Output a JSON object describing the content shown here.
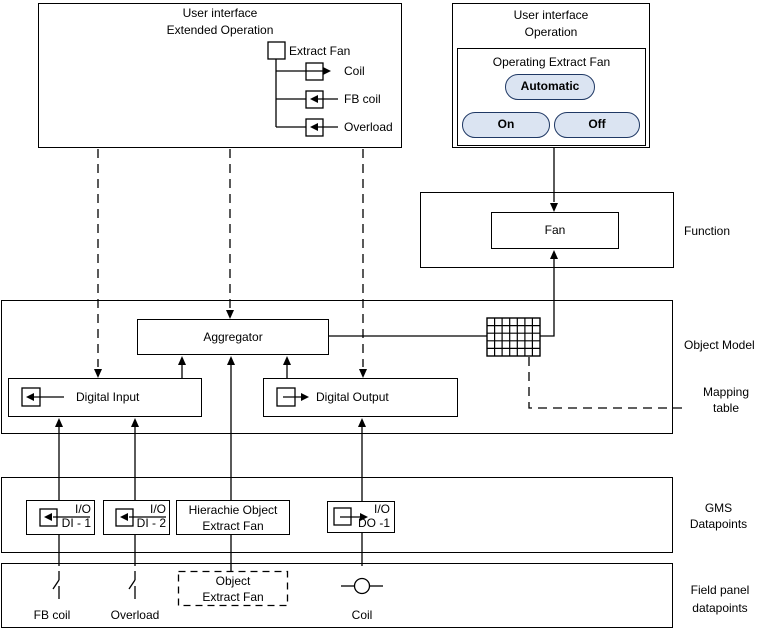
{
  "ui_extended": {
    "title1": "User interface",
    "title2": "Extended Operation",
    "root": "Extract Fan",
    "coil": "Coil",
    "fb_coil": "FB coil",
    "overload": "Overload"
  },
  "ui_operation": {
    "title1": "User interface",
    "title2": "Operation",
    "panel_title": "Operating Extract Fan",
    "automatic": "Automatic",
    "on": "On",
    "off": "Off",
    "button_fill": "#dbe4f2",
    "button_border": "#1f3864"
  },
  "function_section": {
    "label": "Function",
    "fan": "Fan"
  },
  "object_model": {
    "label": "Object Model",
    "aggregator": "Aggregator",
    "digital_input": "Digital Input",
    "digital_output": "Digital Output"
  },
  "mapping": {
    "line1": "Mapping",
    "line2": "table"
  },
  "gms": {
    "label1": "GMS",
    "label2": "Datapoints",
    "di1": {
      "l1": "I/O",
      "l2": "DI - 1"
    },
    "di2": {
      "l1": "I/O",
      "l2": "DI - 2"
    },
    "hierarchy": {
      "l1": "Hierachie Object",
      "l2": "Extract Fan"
    },
    "do1": {
      "l1": "I/O",
      "l2": "DO -1"
    }
  },
  "field_panel": {
    "label1": "Field panel",
    "label2": "datapoints",
    "fb_coil": "FB coil",
    "overload": "Overload",
    "object": {
      "l1": "Object",
      "l2": "Extract Fan"
    },
    "coil": "Coil"
  }
}
